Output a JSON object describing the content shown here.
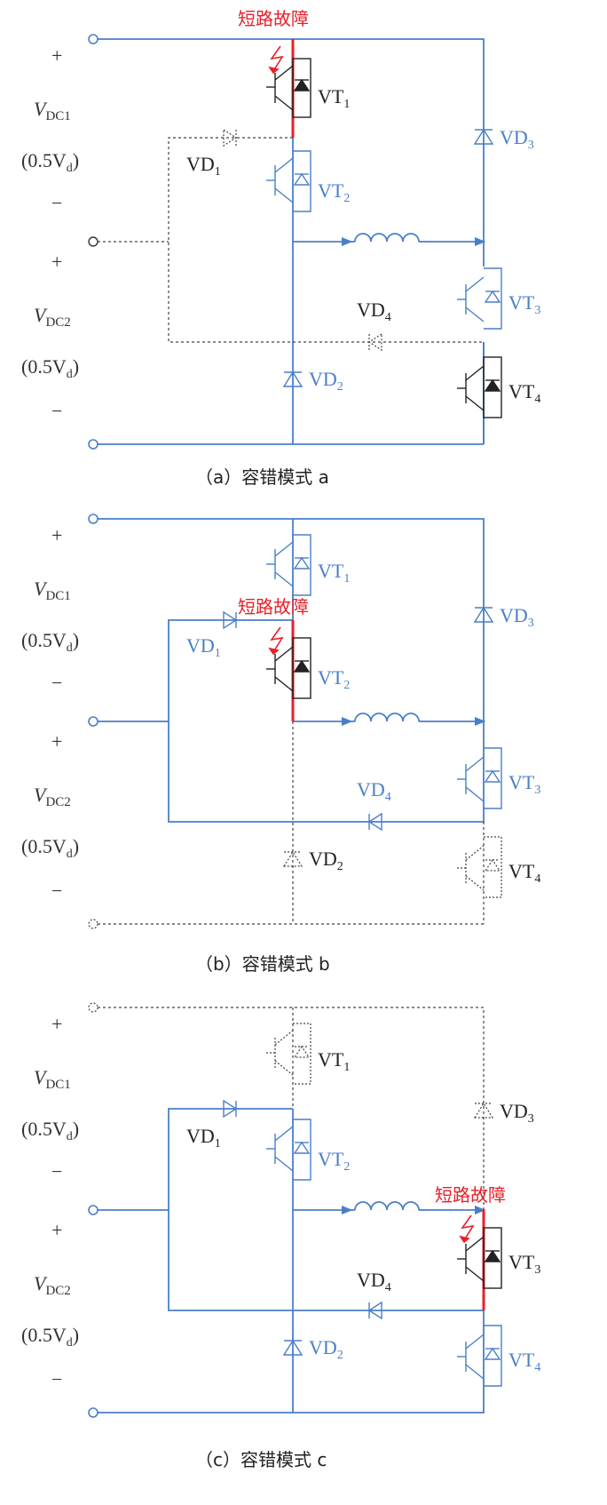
{
  "colors": {
    "active": "#4a7fc8",
    "inactive": "#333333",
    "fault": "#e8202a",
    "device_fault": "#222222"
  },
  "fault_label": "短路故障",
  "panels": [
    {
      "caption": "（a）容错模式 a",
      "sources": {
        "plus1": "+",
        "minus1": "−",
        "plus2": "+",
        "minus2": "−",
        "vdc1_main": "V",
        "vdc1_sub": "DC1",
        "vdc1_paren": "(0.5V",
        "vdc1_paren_sub": "d",
        "vdc1_close": ")",
        "vdc2_main": "V",
        "vdc2_sub": "DC2",
        "vdc2_paren": "(0.5V",
        "vdc2_paren_sub": "d",
        "vdc2_close": ")"
      },
      "devices": {
        "vt1": {
          "main": "VT",
          "sub": "1"
        },
        "vt2": {
          "main": "VT",
          "sub": "2"
        },
        "vt3": {
          "main": "VT",
          "sub": "3"
        },
        "vt4": {
          "main": "VT",
          "sub": "4"
        },
        "vd1": {
          "main": "VD",
          "sub": "1"
        },
        "vd2": {
          "main": "VD",
          "sub": "2"
        },
        "vd3": {
          "main": "VD",
          "sub": "3"
        },
        "vd4": {
          "main": "VD",
          "sub": "4"
        }
      }
    },
    {
      "caption": "（b）容错模式 b",
      "sources": {
        "plus1": "+",
        "minus1": "−",
        "plus2": "+",
        "minus2": "−",
        "vdc1_main": "V",
        "vdc1_sub": "DC1",
        "vdc1_paren": "(0.5V",
        "vdc1_paren_sub": "d",
        "vdc1_close": ")",
        "vdc2_main": "V",
        "vdc2_sub": "DC2",
        "vdc2_paren": "(0.5V",
        "vdc2_paren_sub": "d",
        "vdc2_close": ")"
      },
      "devices": {
        "vt1": {
          "main": "VT",
          "sub": "1"
        },
        "vt2": {
          "main": "VT",
          "sub": "2"
        },
        "vt3": {
          "main": "VT",
          "sub": "3"
        },
        "vt4": {
          "main": "VT",
          "sub": "4"
        },
        "vd1": {
          "main": "VD",
          "sub": "1"
        },
        "vd2": {
          "main": "VD",
          "sub": "2"
        },
        "vd3": {
          "main": "VD",
          "sub": "3"
        },
        "vd4": {
          "main": "VD",
          "sub": "4"
        }
      }
    },
    {
      "caption": "（c）容错模式 c",
      "sources": {
        "plus1": "+",
        "minus1": "−",
        "plus2": "+",
        "minus2": "−",
        "vdc1_main": "V",
        "vdc1_sub": "DC1",
        "vdc1_paren": "(0.5V",
        "vdc1_paren_sub": "d",
        "vdc1_close": ")",
        "vdc2_main": "V",
        "vdc2_sub": "DC2",
        "vdc2_paren": "(0.5V",
        "vdc2_paren_sub": "d",
        "vdc2_close": ")"
      },
      "devices": {
        "vt1": {
          "main": "VT",
          "sub": "1"
        },
        "vt2": {
          "main": "VT",
          "sub": "2"
        },
        "vt3": {
          "main": "VT",
          "sub": "3"
        },
        "vt4": {
          "main": "VT",
          "sub": "4"
        },
        "vd1": {
          "main": "VD",
          "sub": "1"
        },
        "vd2": {
          "main": "VD",
          "sub": "2"
        },
        "vd3": {
          "main": "VD",
          "sub": "3"
        },
        "vd4": {
          "main": "VD",
          "sub": "4"
        }
      }
    }
  ]
}
